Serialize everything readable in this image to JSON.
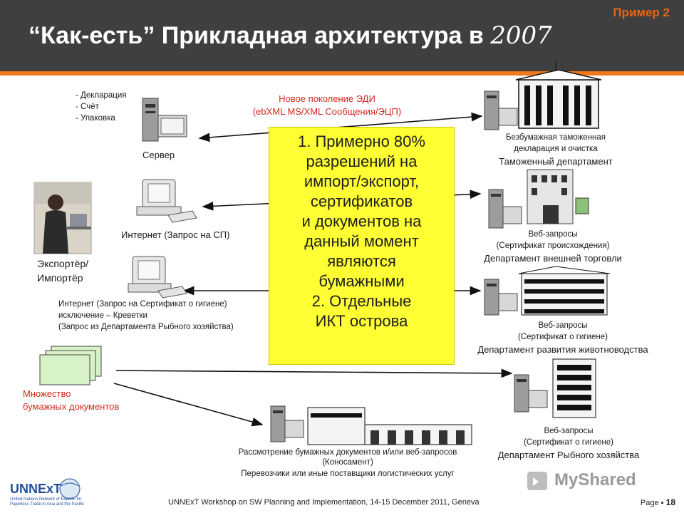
{
  "header": {
    "example_tag": "Пример 2",
    "title_main": "“Как-есть” Прикладная архитектура в ",
    "title_year": "2007"
  },
  "top_channel": {
    "line1": "Новое поколение ЭДИ",
    "line2": "(ebXML MS/XML Сообщения/ЭЦП)"
  },
  "server": {
    "doc_items": [
      "- Декларация",
      "- Счёт",
      "- Упаковка"
    ],
    "label": "Сервер"
  },
  "internet1": {
    "label": "Интернет (Запрос на СП)"
  },
  "exporter": {
    "line1": "Экспортёр/",
    "line2": "Импортёр"
  },
  "internet2": {
    "line1": "Интернет (Запрос на Сертификат о гигиене)",
    "line2": "исключение – Креветки",
    "line3": "(Запрос из Департамента Рыбного хозяйства)"
  },
  "paper_docs": {
    "line1": "Множество",
    "line2": "бумажных документов"
  },
  "callout": {
    "lines": [
      "1. Примерно 80%",
      "разрешений на",
      "импорт/экспорт,",
      "сертификатов",
      "и документов на",
      "данный момент",
      "являются",
      "бумажными",
      "2. Отдельные",
      "ИКТ острова"
    ]
  },
  "customs": {
    "line1": "Безбумажная таможенная",
    "line2": "декларация и очистка",
    "name": "Таможенный департамент"
  },
  "foreign_trade": {
    "line1": "Веб-запросы",
    "line2": "(Сертификат происхождения)",
    "name": "Департамент внешней торговли"
  },
  "livestock": {
    "line1": "Веб-запросы",
    "line2": "(Сертификат  о гигиене)",
    "name": "Департамент развития животноводства"
  },
  "fishery": {
    "line1": "Веб-запросы",
    "line2": "(Сертификат  о гигиене)",
    "name": "Департамент Рыбного хозяйства"
  },
  "logistics": {
    "line1": "Рассмотрение бумажных документов и/или веб-запросов",
    "line2": "(Коносамент)",
    "line3": "Перевозчики или иные поставщики логистических услуг"
  },
  "footer": {
    "text": "UNNExT Workshop on SW Planning and Implementation, 14-15 December 2011, Geneva",
    "page_label": "Page",
    "page_number": "18",
    "logo": "UNNExT",
    "logo_sub": "United Nations Network of Experts for Paperless Trade in Asia and the Pacific",
    "watermark": "MyShared"
  },
  "colors": {
    "header_bg": "#3f3f3f",
    "accent_orange": "#f07818",
    "callout_yellow": "#ffff33",
    "label_red": "#d2281c"
  }
}
